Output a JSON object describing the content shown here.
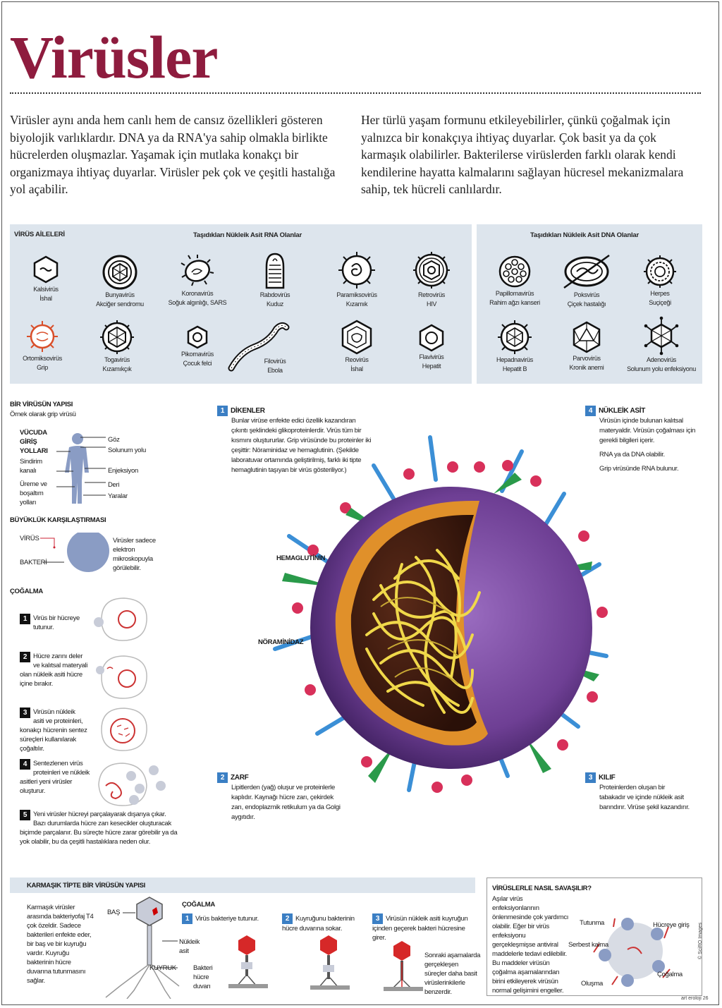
{
  "title": "Virüsler",
  "intro_left": "Virüsler aynı anda hem canlı hem de cansız özellikleri gösteren biyolojik varlıklardır. DNA ya da RNA'ya sahip olmakla birlikte hücrelerden oluşmazlar. Yaşamak için mutlaka konakçı bir organizmaya ihtiyaç duyarlar. Virüsler pek çok ve çeşitli hastalığa yol açabilir.",
  "intro_right": "Her türlü yaşam formunu etkileyebilirler, çünkü çoğalmak için yalnızca bir konakçıya ihtiyaç duyarlar. Çok basit ya da çok karmaşık olabilirler. Bakterilerse virüslerden farklı olarak kendi kendilerine hayatta kalmalarını sağlayan hücresel mekanizmalara sahip, tek hücreli canlılardır.",
  "families": {
    "title": "VİRÜS AİLELERİ",
    "rna_header": "Taşıdıkları Nükleik Asit RNA Olanlar",
    "dna_header": "Taşıdıkları Nükleik Asit DNA Olanlar",
    "rna_row1": [
      {
        "name": "Kalsivirüs",
        "disease": "İshal",
        "icon": "hexagon-icon"
      },
      {
        "name": "Bunyavirüs",
        "disease": "Akciğer sendromu",
        "icon": "bunyavirus-icon"
      },
      {
        "name": "Koronavirüs",
        "disease": "Soğuk algınlığı, SARS",
        "icon": "coronavirus-icon"
      },
      {
        "name": "Rabdovirüs",
        "disease": "Kuduz",
        "icon": "rhabdovirus-icon"
      },
      {
        "name": "Paramiksovirüs",
        "disease": "Kızamık",
        "icon": "paramyxovirus-icon"
      },
      {
        "name": "Retrovirüs",
        "disease": "HIV",
        "icon": "retrovirus-icon"
      }
    ],
    "rna_row2": [
      {
        "name": "Ortomiksovirüs",
        "disease": "Grip",
        "icon": "orthomyxovirus-icon"
      },
      {
        "name": "Togavirüs",
        "disease": "Kızamıkçık",
        "icon": "togavirus-icon"
      },
      {
        "name": "Pikornavirüs",
        "disease": "Çocuk felci",
        "icon": "picornavirus-icon"
      },
      {
        "name": "Filovirüs",
        "disease": "Ebola",
        "icon": "filovirus-icon"
      },
      {
        "name": "Reovirüs",
        "disease": "İshal",
        "icon": "reovirus-icon"
      },
      {
        "name": "Flavivirüs",
        "disease": "Hepatit",
        "icon": "flavivirus-icon"
      }
    ],
    "dna_row1": [
      {
        "name": "Papillomavirüs",
        "disease": "Rahim ağzı kanseri",
        "icon": "papillomavirus-icon"
      },
      {
        "name": "Poksvirüs",
        "disease": "Çiçek hastalığı",
        "icon": "poxvirus-icon"
      },
      {
        "name": "Herpes",
        "disease": "Suçiçeği",
        "icon": "herpes-icon"
      }
    ],
    "dna_row2": [
      {
        "name": "Hepadnavirüs",
        "disease": "Hepatit B",
        "icon": "hepadnavirus-icon"
      },
      {
        "name": "Parvovirüs",
        "disease": "Kronik anemi",
        "icon": "parvovirus-icon"
      },
      {
        "name": "Adenovirüs",
        "disease": "Solunum yolu enfeksiyonu",
        "icon": "adenovirus-icon"
      }
    ]
  },
  "structure": {
    "title": "BİR VİRÜSÜN YAPISI",
    "subtitle": "Örnek olarak grip virüsü",
    "entry_title": "VÜCUDA GİRİŞ YOLLARI",
    "entry_left": [
      "Sindirim kanalı",
      "Üreme ve boşaltım yolları"
    ],
    "entry_right": [
      "Göz",
      "Solunum yolu",
      "Enjeksiyon",
      "Deri",
      "Yaralar"
    ]
  },
  "size": {
    "title": "BÜYÜKLÜK KARŞILAŞTIRMASI",
    "virus": "VİRÜS",
    "bacteria": "BAKTERİ",
    "note": "Virüsler sadece elektron mikroskopuyla görülebilir."
  },
  "replication": {
    "title": "ÇOĞALMA",
    "steps": [
      {
        "n": "1",
        "text": "Virüs bir hücreye tutunur."
      },
      {
        "n": "2",
        "text": "Hücre zarını deler ve kalıtsal materyali olan nükleik asiti hücre içine bırakır."
      },
      {
        "n": "3",
        "text": "Virüsün nükleik asiti ve proteinleri, konakçı hücrenin sentez süreçleri kullanılarak çoğaltılır."
      },
      {
        "n": "4",
        "text": "Sentezlenen virüs proteinleri ve nükleik asitleri yeni virüsler oluşturur."
      },
      {
        "n": "5",
        "text": "Yeni virüsler hücreyi parçalayarak dışarıya çıkar. Bazı durumlarda hücre zarı kesecikler oluşturacak biçimde parçalanır. Bu süreçte hücre zarar görebilir ya da yok olabilir, bu da çeşitli hastalıklara neden olur."
      }
    ]
  },
  "callouts": {
    "c1": {
      "n": "1",
      "title": "DİKENLER",
      "text": "Bunlar virüse enfekte edici özellik kazandıran çıkıntı şeklindeki glikoproteinlerdir. Virüs tüm bir kısmını oluştururlar. Grip virüsünde bu proteinler iki çeşittir: Nöraminidaz ve hemaglutinin. (Şekilde laboratuvar ortamında geliştirilmiş, farklı iki tipte hemaglutinin taşıyan bir virüs gösteriliyor.)"
    },
    "c2": {
      "n": "2",
      "title": "ZARF",
      "text": "Lipitlerden (yağ) oluşur ve proteinlerle kaplıdır. Kaynağı hücre zarı, çekirdek zarı, endoplazmik retikulum ya da Golgi aygıtıdır."
    },
    "c3": {
      "n": "3",
      "title": "KILIF",
      "text": "Proteinlerden oluşan bir tabakadır ve içinde nükleik asit barındırır. Virüse şekil kazandırır."
    },
    "c4": {
      "n": "4",
      "title": "NÜKLEİK ASİT",
      "text": "Virüsün içinde bulunan kalıtsal materyaldir. Virüsün çoğalması için gerekli bilgileri içerir.",
      "text2": "RNA ya da DNA olabilir.",
      "text3": "Grip virüsünde RNA bulunur."
    },
    "hemagglutinin": "HEMAGLUTİNİN",
    "neuraminidase": "NÖRAMİNİDAZ"
  },
  "complex": {
    "title": "KARMAŞIK TİPTE BİR VİRÜSÜN YAPISI",
    "desc": "Karmaşık virüsler arasında bakteriyofaj T4 çok özeldir. Sadece bakterileri enfekte eder, bir baş ve bir kuyruğu vardır. Kuyruğu bakterinin hücre duvarına tutunmasını sağlar.",
    "head": "BAŞ",
    "tail": "KUYRUK",
    "nucleic": "Nükleik asit",
    "wall": "Bakteri hücre duvarı",
    "repl_title": "ÇOĞALMA",
    "s1": "Virüs bakteriye tutunur.",
    "s2": "Kuyruğunu bakterinin hücre duvarına sokar.",
    "s3": "Virüsün nükleik asiti kuyruğun içinden geçerek bakteri hücresine girer.",
    "s3b": "Sonraki aşamalarda gerçekleşen süreçler daha basit virüslerinkilerle benzerdir."
  },
  "fight": {
    "title": "VİRÜSLERLE NASIL SAVAŞILIR?",
    "text": "Aşılar virüs enfeksiyonlarının önlenmesinde çok yardımcı olabilir. Eğer bir virüs enfeksiyonu gerçekleşmişse antiviral maddelerle tedavi edilebilir. Bu maddeler virüsün çoğalma aşamalarından birini etkileyerek virüsün normal gelişimini engeller.",
    "labels": [
      "Tutunma",
      "Hücreye giriş",
      "Serbest kalma",
      "Çoğalma",
      "Oluşma"
    ]
  },
  "credits": [
    "© SciRO Images",
    "art eroloji 26"
  ],
  "colors": {
    "title": "#8e1c3e",
    "panel": "#dde5ed",
    "accent": "#3b7fc4",
    "envelope": "#7a4a9e",
    "capsid": "#e0902a",
    "rna": "#f0d84a",
    "hemagglutinin": "#3b8fd6",
    "neuraminidase": "#d8305a",
    "green_spike": "#2a9a4a"
  }
}
